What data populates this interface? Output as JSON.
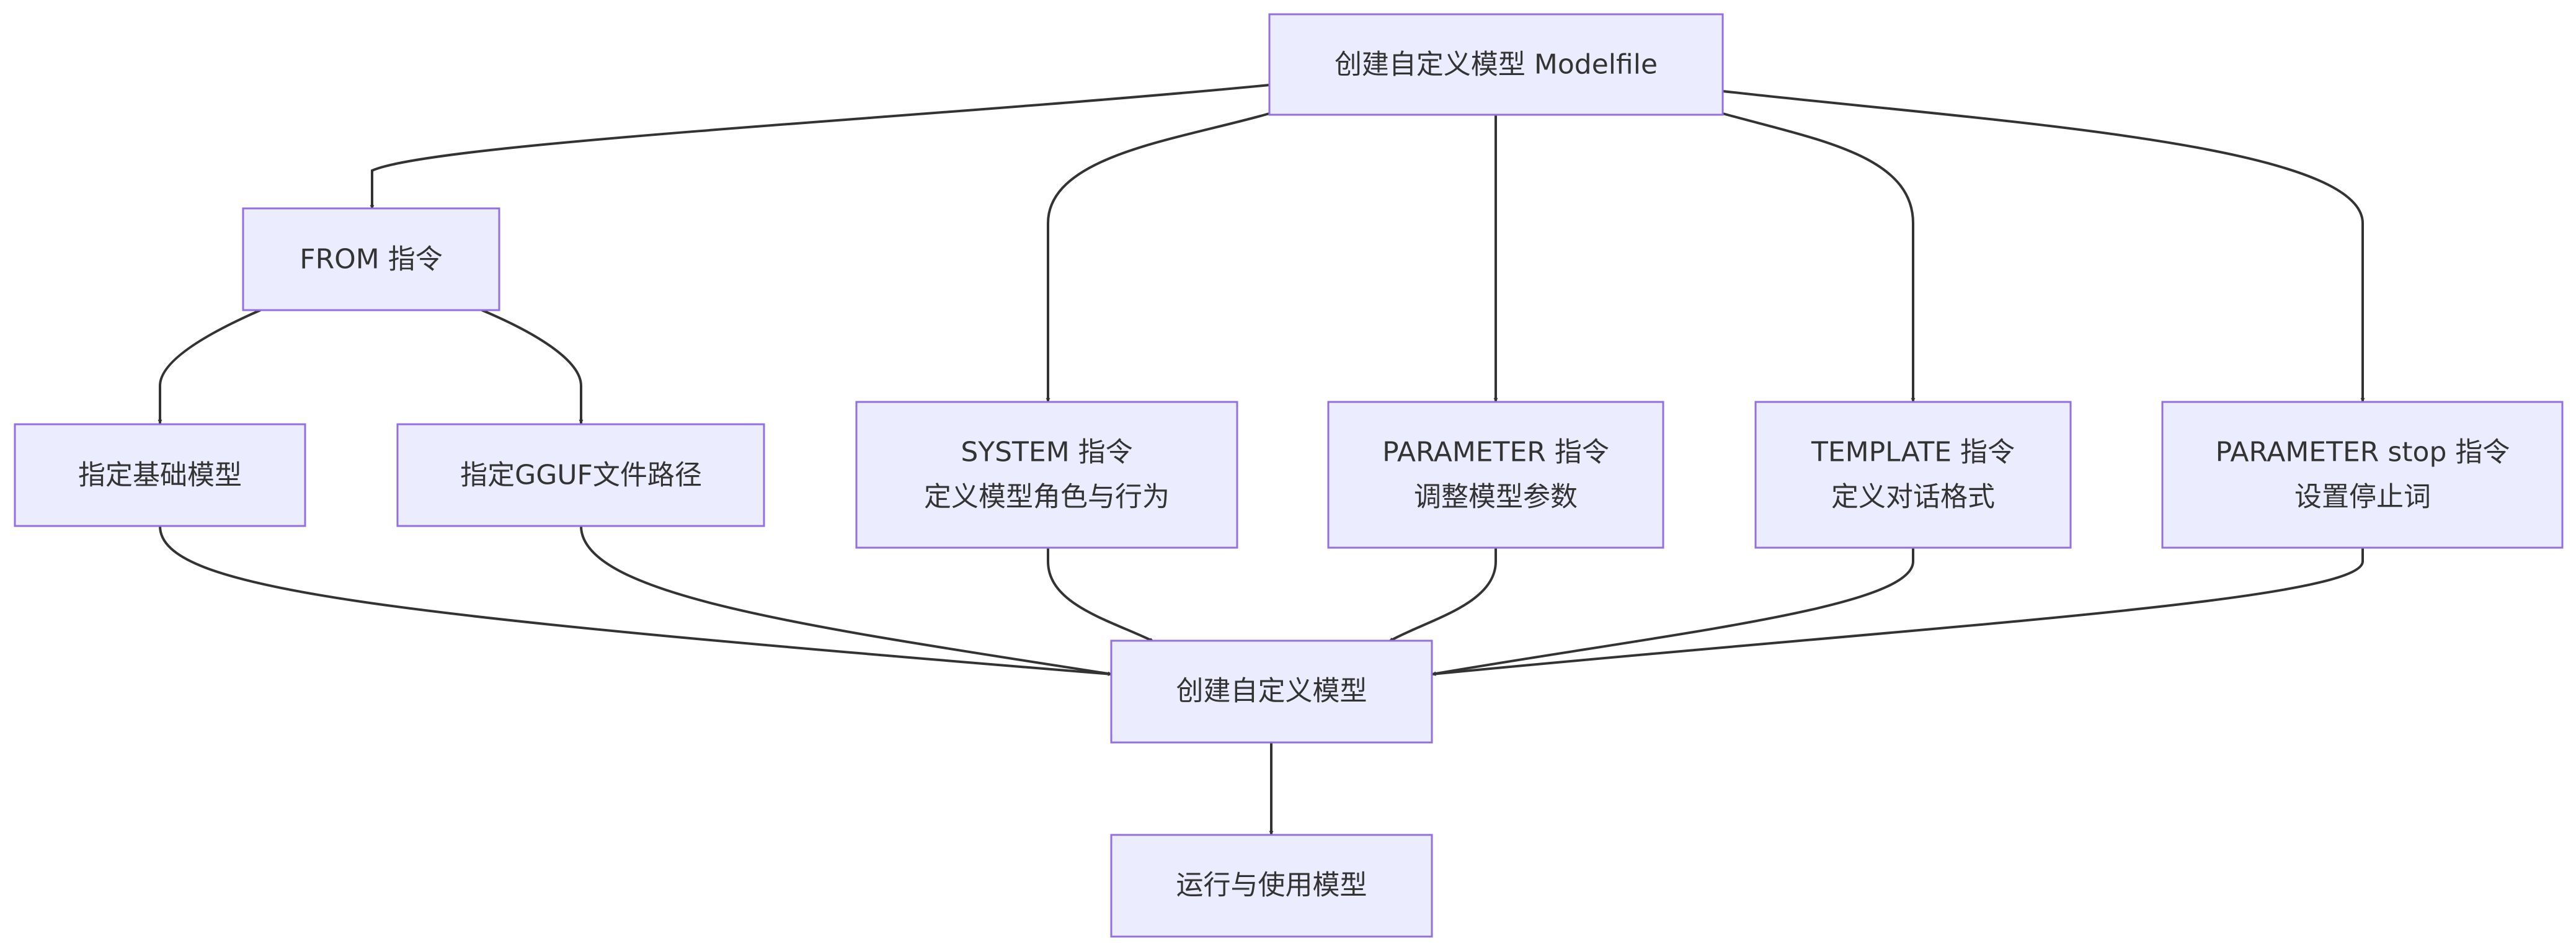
{
  "diagram": {
    "type": "flowchart",
    "nodes": {
      "modelfile": {
        "lines": [
          "创建自定义模型 Modelfile"
        ]
      },
      "from": {
        "lines": [
          "FROM 指令"
        ]
      },
      "base_model": {
        "lines": [
          "指定基础模型"
        ]
      },
      "gguf_path": {
        "lines": [
          "指定GGUF文件路径"
        ]
      },
      "system": {
        "lines": [
          "SYSTEM 指令",
          "定义模型角色与行为"
        ]
      },
      "parameter": {
        "lines": [
          "PARAMETER 指令",
          "调整模型参数"
        ]
      },
      "template": {
        "lines": [
          "TEMPLATE 指令",
          "定义对话格式"
        ]
      },
      "stop": {
        "lines": [
          "PARAMETER stop 指令",
          "设置停止词"
        ]
      },
      "create": {
        "lines": [
          "创建自定义模型"
        ]
      },
      "run": {
        "lines": [
          "运行与使用模型"
        ]
      }
    },
    "edges": [
      {
        "from": "modelfile",
        "to": "from"
      },
      {
        "from": "modelfile",
        "to": "system"
      },
      {
        "from": "modelfile",
        "to": "parameter"
      },
      {
        "from": "modelfile",
        "to": "template"
      },
      {
        "from": "modelfile",
        "to": "stop"
      },
      {
        "from": "from",
        "to": "base_model"
      },
      {
        "from": "from",
        "to": "gguf_path"
      },
      {
        "from": "base_model",
        "to": "create"
      },
      {
        "from": "gguf_path",
        "to": "create"
      },
      {
        "from": "system",
        "to": "create"
      },
      {
        "from": "parameter",
        "to": "create"
      },
      {
        "from": "template",
        "to": "create"
      },
      {
        "from": "stop",
        "to": "create"
      },
      {
        "from": "create",
        "to": "run"
      }
    ],
    "colors": {
      "node_fill": "#ececff",
      "node_border": "#9370db",
      "edge": "#333333",
      "text": "#333333"
    }
  }
}
